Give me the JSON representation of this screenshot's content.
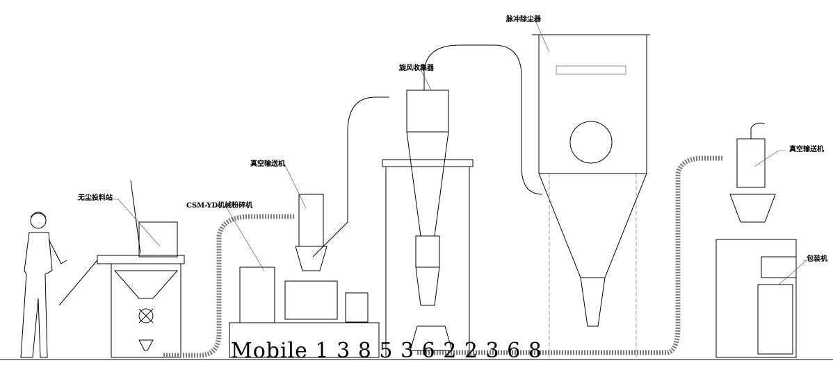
{
  "labels": {
    "dustless_feeding_station": "无尘投料站",
    "mechanical_grinder": "CSM-YD机械粉碎机",
    "vacuum_conveyor_left": "真空输送机",
    "cyclone_collector": "旋风收集器",
    "pulse_dust_collector": "脉冲除尘器",
    "vacuum_conveyor_right": "真空输送机",
    "packaging_machine": "包装机"
  },
  "watermark": "Mobile 1 3 8 5 3 6 2 2 3 6 8"
}
